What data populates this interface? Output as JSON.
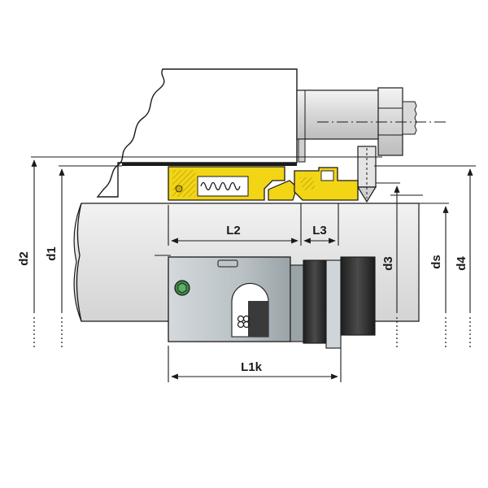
{
  "labels": {
    "d2": "d2",
    "d1": "d1",
    "d3": "d3",
    "ds": "ds",
    "d4": "d4",
    "L1k": "L1k",
    "L2": "L2",
    "L3": "L3"
  },
  "colors": {
    "housing": "#ffffff",
    "shaft": "#e6e6e6",
    "sleeve_light": "#c9cfd2",
    "sleeve_mid": "#a7b0b4",
    "seal_face_yellow": "#f2d515",
    "seal_face_dark": "#b99d00",
    "rubber": "#2a2a2a",
    "bolt_head": "#e1e1e1",
    "hex_green": "#3c8a46",
    "outline": "#1a1a1a"
  }
}
